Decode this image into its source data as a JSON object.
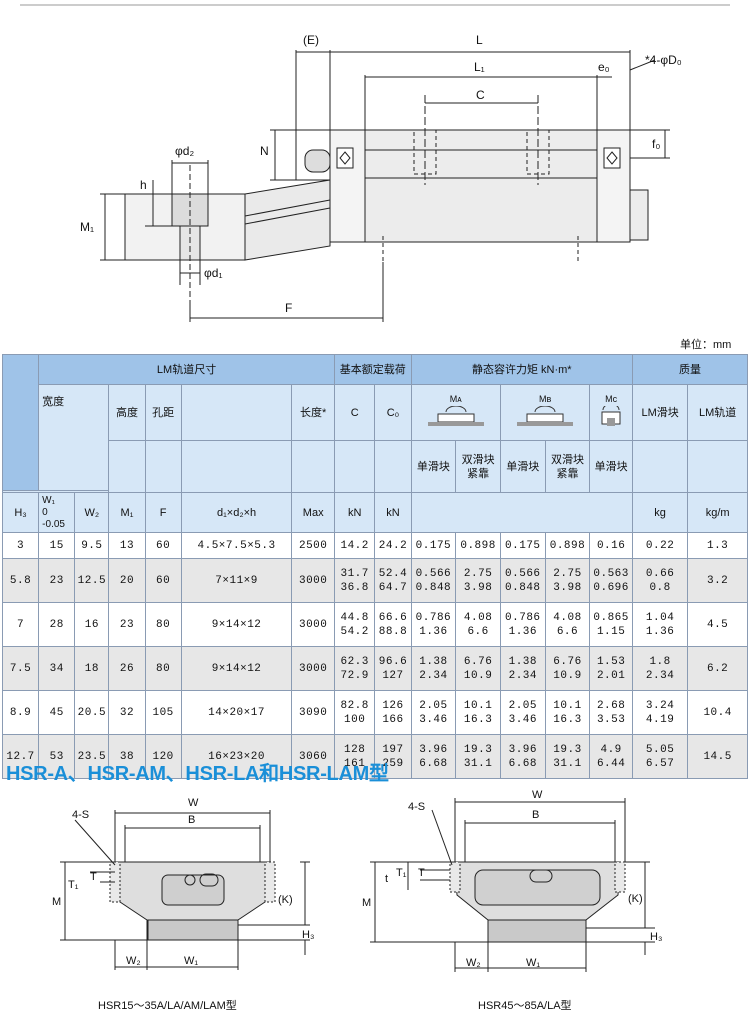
{
  "top_diagram": {
    "labels": {
      "E": "(E)",
      "L": "L",
      "L1": "L₁",
      "C": "C",
      "e0": "e₀",
      "D0": "*4-φD₀",
      "N": "N",
      "f0": "f₀",
      "d2": "φd₂",
      "h": "h",
      "M1": "M₁",
      "d1": "φd₁",
      "F": "F"
    }
  },
  "unit_label": "单位：mm",
  "table": {
    "group_headers": {
      "rail": "LM轨道尺寸",
      "load": "基本额定载荷",
      "moment": "静态容许力矩 kN·m*",
      "mass": "质量"
    },
    "sub_headers": {
      "width": "宽度",
      "height": "高度",
      "pitch": "孔距",
      "length": "长度*",
      "C": "C",
      "C0": "C₀",
      "MA": "Mᴀ",
      "MB": "Mʙ",
      "MC": "Mᴄ",
      "block_mass": "LM滑块",
      "rail_mass": "LM轨道"
    },
    "third_headers": {
      "single": "单滑块",
      "double": "双滑块紧靠"
    },
    "symbol_headers": {
      "H3": "H₃",
      "W1": "W₁",
      "W1_tol": [
        "0",
        "-0.05"
      ],
      "W2": "W₂",
      "M1": "M₁",
      "F": "F",
      "holes": "d₁×d₂×h",
      "max": "Max",
      "kN1": "kN",
      "kN2": "kN",
      "kg": "kg",
      "kgm": "kg/m"
    },
    "rows": [
      {
        "H3": "3",
        "W1": "15",
        "W2": "9.5",
        "M1": "13",
        "F": "60",
        "holes": "4.5×7.5×5.3",
        "max": "2500",
        "C": [
          "14.2"
        ],
        "C0": [
          "24.2"
        ],
        "MA1": [
          "0.175"
        ],
        "MA2": [
          "0.898"
        ],
        "MB1": [
          "0.175"
        ],
        "MB2": [
          "0.898"
        ],
        "MC": [
          "0.16"
        ],
        "kg": [
          "0.22"
        ],
        "kgm": "1.3"
      },
      {
        "H3": "5.8",
        "W1": "23",
        "W2": "12.5",
        "M1": "20",
        "F": "60",
        "holes": "7×11×9",
        "max": "3000",
        "C": [
          "31.7",
          "36.8"
        ],
        "C0": [
          "52.4",
          "64.7"
        ],
        "MA1": [
          "0.566",
          "0.848"
        ],
        "MA2": [
          "2.75",
          "3.98"
        ],
        "MB1": [
          "0.566",
          "0.848"
        ],
        "MB2": [
          "2.75",
          "3.98"
        ],
        "MC": [
          "0.563",
          "0.696"
        ],
        "kg": [
          "0.66",
          "0.8"
        ],
        "kgm": "3.2"
      },
      {
        "H3": "7",
        "W1": "28",
        "W2": "16",
        "M1": "23",
        "F": "80",
        "holes": "9×14×12",
        "max": "3000",
        "C": [
          "44.8",
          "54.2"
        ],
        "C0": [
          "66.6",
          "88.8"
        ],
        "MA1": [
          "0.786",
          "1.36"
        ],
        "MA2": [
          "4.08",
          "6.6"
        ],
        "MB1": [
          "0.786",
          "1.36"
        ],
        "MB2": [
          "4.08",
          "6.6"
        ],
        "MC": [
          "0.865",
          "1.15"
        ],
        "kg": [
          "1.04",
          "1.36"
        ],
        "kgm": "4.5"
      },
      {
        "H3": "7.5",
        "W1": "34",
        "W2": "18",
        "M1": "26",
        "F": "80",
        "holes": "9×14×12",
        "max": "3000",
        "C": [
          "62.3",
          "72.9"
        ],
        "C0": [
          "96.6",
          "127"
        ],
        "MA1": [
          "1.38",
          "2.34"
        ],
        "MA2": [
          "6.76",
          "10.9"
        ],
        "MB1": [
          "1.38",
          "2.34"
        ],
        "MB2": [
          "6.76",
          "10.9"
        ],
        "MC": [
          "1.53",
          "2.01"
        ],
        "kg": [
          "1.8",
          "2.34"
        ],
        "kgm": "6.2"
      },
      {
        "H3": "8.9",
        "W1": "45",
        "W2": "20.5",
        "M1": "32",
        "F": "105",
        "holes": "14×20×17",
        "max": "3090",
        "C": [
          "82.8",
          "100"
        ],
        "C0": [
          "126",
          "166"
        ],
        "MA1": [
          "2.05",
          "3.46"
        ],
        "MA2": [
          "10.1",
          "16.3"
        ],
        "MB1": [
          "2.05",
          "3.46"
        ],
        "MB2": [
          "10.1",
          "16.3"
        ],
        "MC": [
          "2.68",
          "3.53"
        ],
        "kg": [
          "3.24",
          "4.19"
        ],
        "kgm": "10.4"
      },
      {
        "H3": "12.7",
        "W1": "53",
        "W2": "23.5",
        "M1": "38",
        "F": "120",
        "holes": "16×23×20",
        "max": "3060",
        "C": [
          "128",
          "161"
        ],
        "C0": [
          "197",
          "259"
        ],
        "MA1": [
          "3.96",
          "6.68"
        ],
        "MA2": [
          "19.3",
          "31.1"
        ],
        "MB1": [
          "3.96",
          "6.68"
        ],
        "MB2": [
          "19.3",
          "31.1"
        ],
        "MC": [
          "4.9",
          "6.44"
        ],
        "kg": [
          "5.05",
          "6.57"
        ],
        "kgm": "14.5"
      }
    ]
  },
  "section_title": "HSR-A、HSR-AM、HSR-LA和HSR-LAM型",
  "bottom_left": {
    "labels": {
      "W": "W",
      "B": "B",
      "S": "4-S",
      "T1": "T₁",
      "T": "T",
      "M": "M",
      "K": "(K)",
      "H3": "H₃",
      "W2": "W₂",
      "W1": "W₁"
    },
    "caption": "HSR15～35A/LA/AM/LAM型"
  },
  "bottom_right": {
    "labels": {
      "W": "W",
      "B": "B",
      "S": "4-S",
      "T1": "T₁",
      "T": "T",
      "t": "t",
      "M": "M",
      "K": "(K)",
      "H3": "H₃",
      "W2": "W₂",
      "W1": "W₁"
    },
    "caption": "HSR45～85A/LA型"
  },
  "colors": {
    "header_blue": "#9fc3e8",
    "header_light": "#d6e7f7",
    "title_blue": "#1a8fd8",
    "row_gray": "#e7e7e7"
  }
}
